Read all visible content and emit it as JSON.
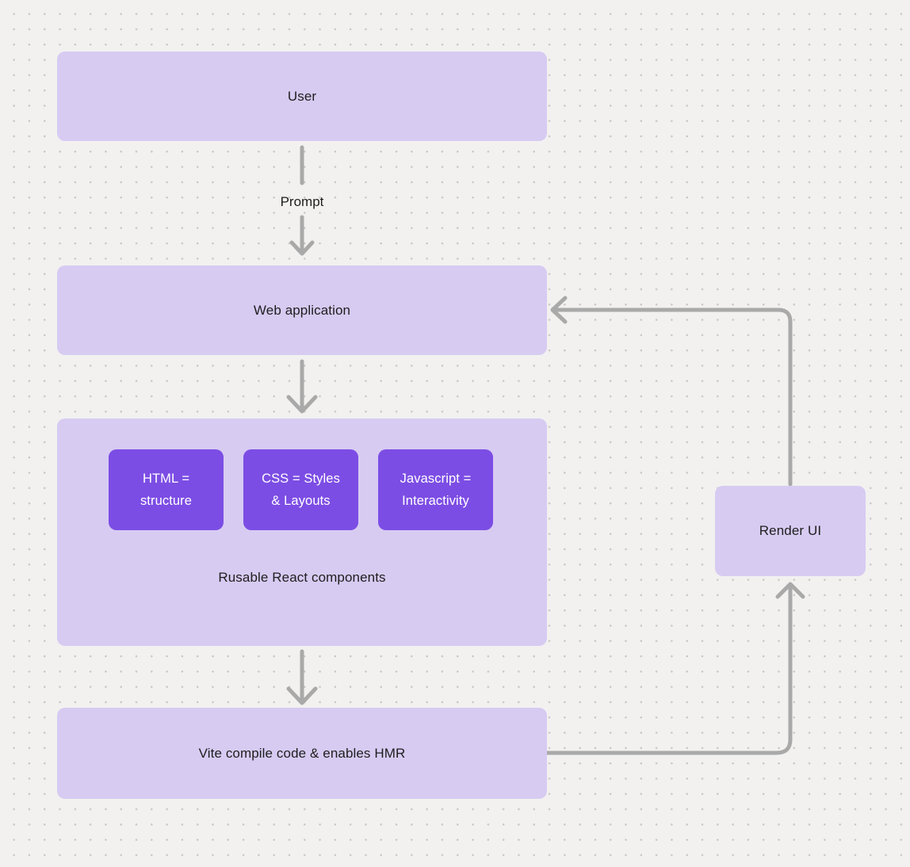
{
  "canvas": {
    "background": "#f2f1f0",
    "dot_color": "#c9c7c5"
  },
  "colors": {
    "node_fill": "#d7cbf2",
    "chip_fill": "#7c4de4",
    "chip_text": "#ffffff",
    "text": "#1e1e1e",
    "arrow": "#a9a9a9"
  },
  "nodes": {
    "user": {
      "label": "User"
    },
    "web_application": {
      "label": "Web application"
    },
    "components_group": {
      "chips": [
        {
          "label": "HTML =\nstructure"
        },
        {
          "label": "CSS = Styles\n& Layouts"
        },
        {
          "label": "Javascript =\nInteractivity"
        }
      ],
      "caption": "Rusable React components"
    },
    "vite": {
      "label": "Vite compile code & enables HMR"
    },
    "render_ui": {
      "label": "Render UI"
    }
  },
  "edges": {
    "prompt_label": "Prompt"
  }
}
